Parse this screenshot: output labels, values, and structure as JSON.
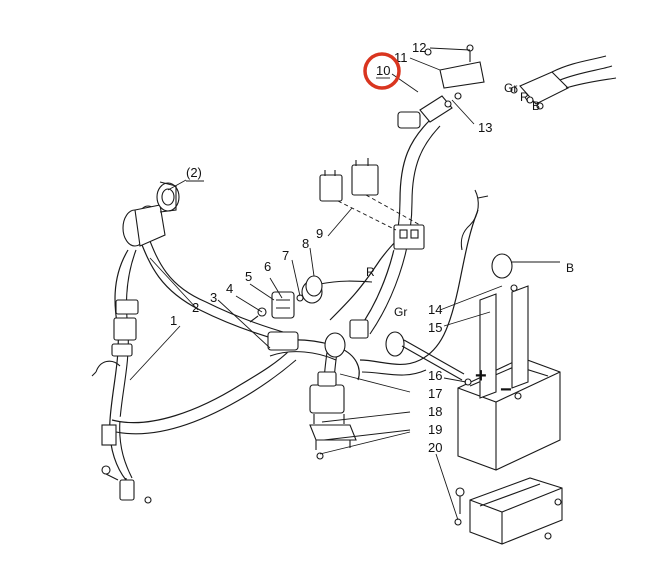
{
  "diagram": {
    "part_numbers": [
      "1",
      "2",
      "3",
      "4",
      "5",
      "6",
      "7",
      "8",
      "9",
      "10",
      "11",
      "12",
      "13",
      "14",
      "15",
      "16",
      "17",
      "18",
      "19",
      "20"
    ],
    "ref_label": "(2)",
    "wire_labels": {
      "r1": "R",
      "b1": "B",
      "gr1": "Gr",
      "gr2": "Gr",
      "r2": "R",
      "b2": "B"
    },
    "terminals": {
      "positive": "+",
      "negative": "−"
    },
    "highlight": {
      "part": "10",
      "color": "#d9351f"
    }
  }
}
